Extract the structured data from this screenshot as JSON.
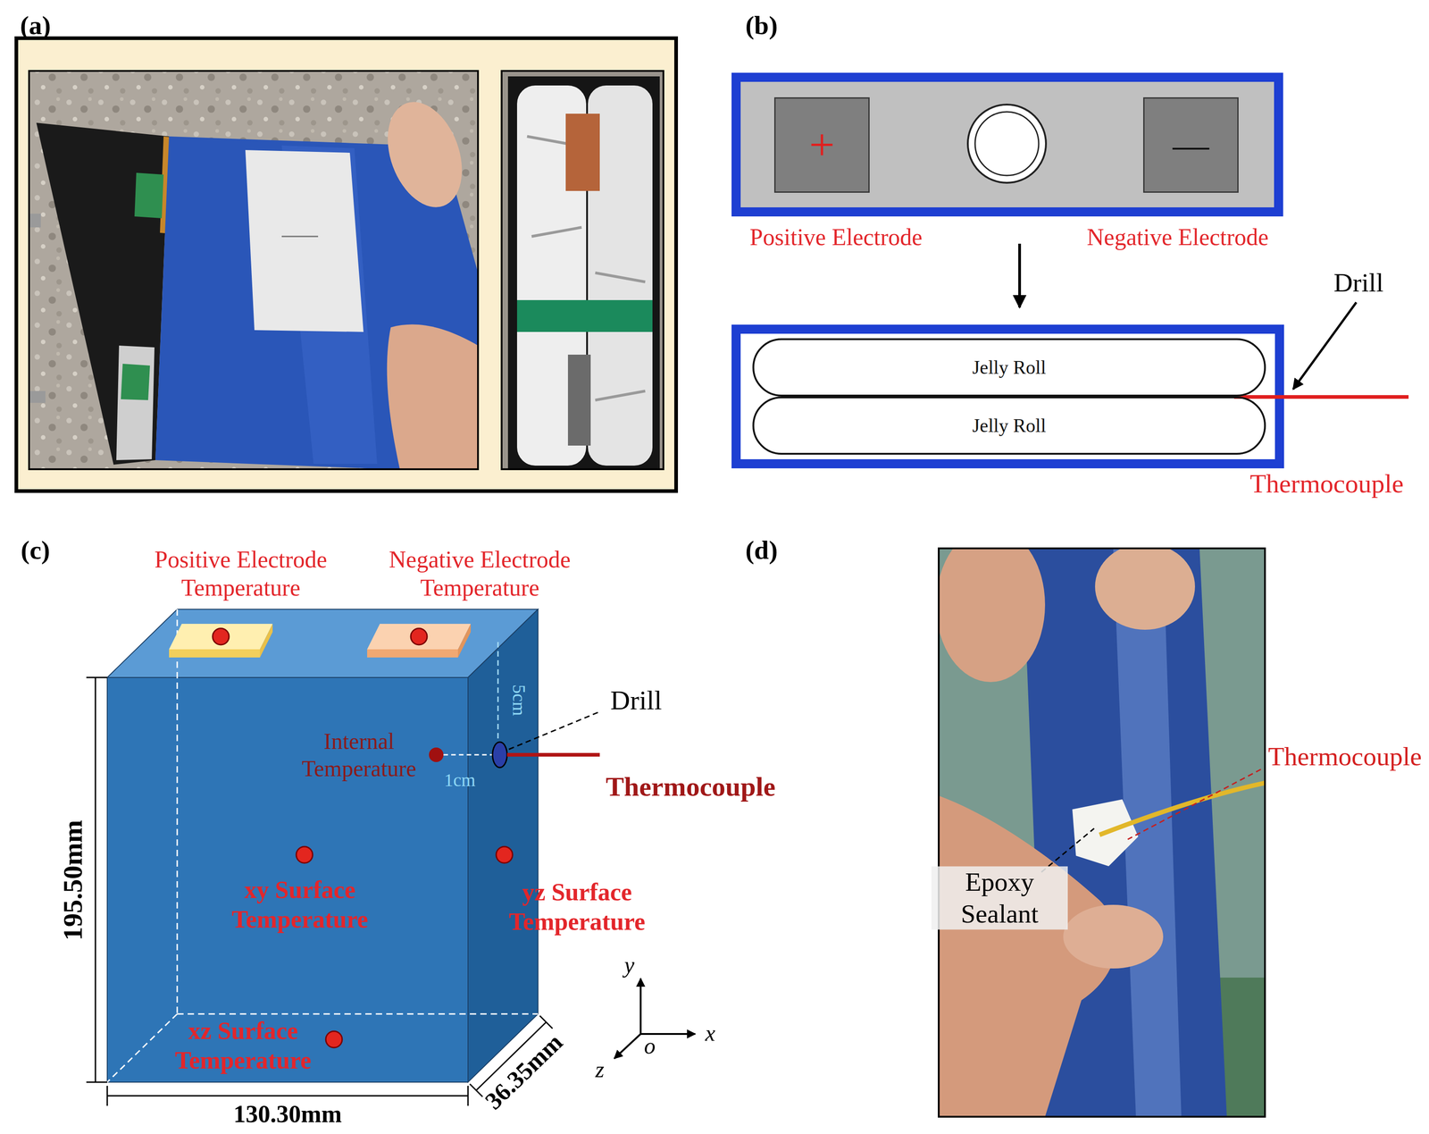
{
  "diagram": {
    "nodes": [
      {
        "text": [
          "+"
        ]
      },
      {
        "text": [
          "—"
        ]
      },
      {
        "text": [
          "Jelly Roll"
        ]
      },
      {
        "text": [
          "Jelly Roll"
        ]
      }
    ],
    "labels": [
      "(a)",
      "(b)",
      "Positive Electrode",
      "Negative Electrode",
      "Drill",
      "Thermocouple",
      "(c)",
      "Positive Electrode Temperature",
      "Negative Electrode Temperature",
      "5cm",
      "Drill",
      "Internal Temperature",
      "1cm",
      "Thermocouple",
      "xy Surface Temperature",
      "yz Surface Temperature",
      "195.50mm",
      "xz Surface Temperature",
      "130.30mm",
      "36.35mm",
      "y",
      "x",
      "z",
      "o",
      "(d)",
      "Thermocouple",
      "Epoxy Sealant"
    ]
  }
}
